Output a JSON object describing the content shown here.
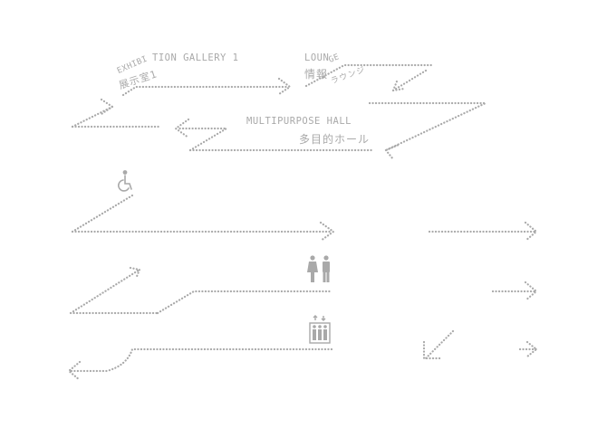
{
  "theme": {
    "ink": "#a9a9a9",
    "background": "#ffffff"
  },
  "labels": {
    "exhibition": {
      "en_a": "EXHIBI",
      "en_b": "TION GALLERY 1",
      "ja": "展示室1"
    },
    "lounge": {
      "en_a": "LOUN",
      "en_b": "GE",
      "ja_a": "情報",
      "ja_b": "ラウンジ"
    },
    "multipurpose": {
      "en": "MULTIPURPOSE HALL",
      "ja": "多目的ホール"
    }
  },
  "icons": [
    "wheelchair-icon",
    "restroom-icon",
    "elevator-icon"
  ]
}
